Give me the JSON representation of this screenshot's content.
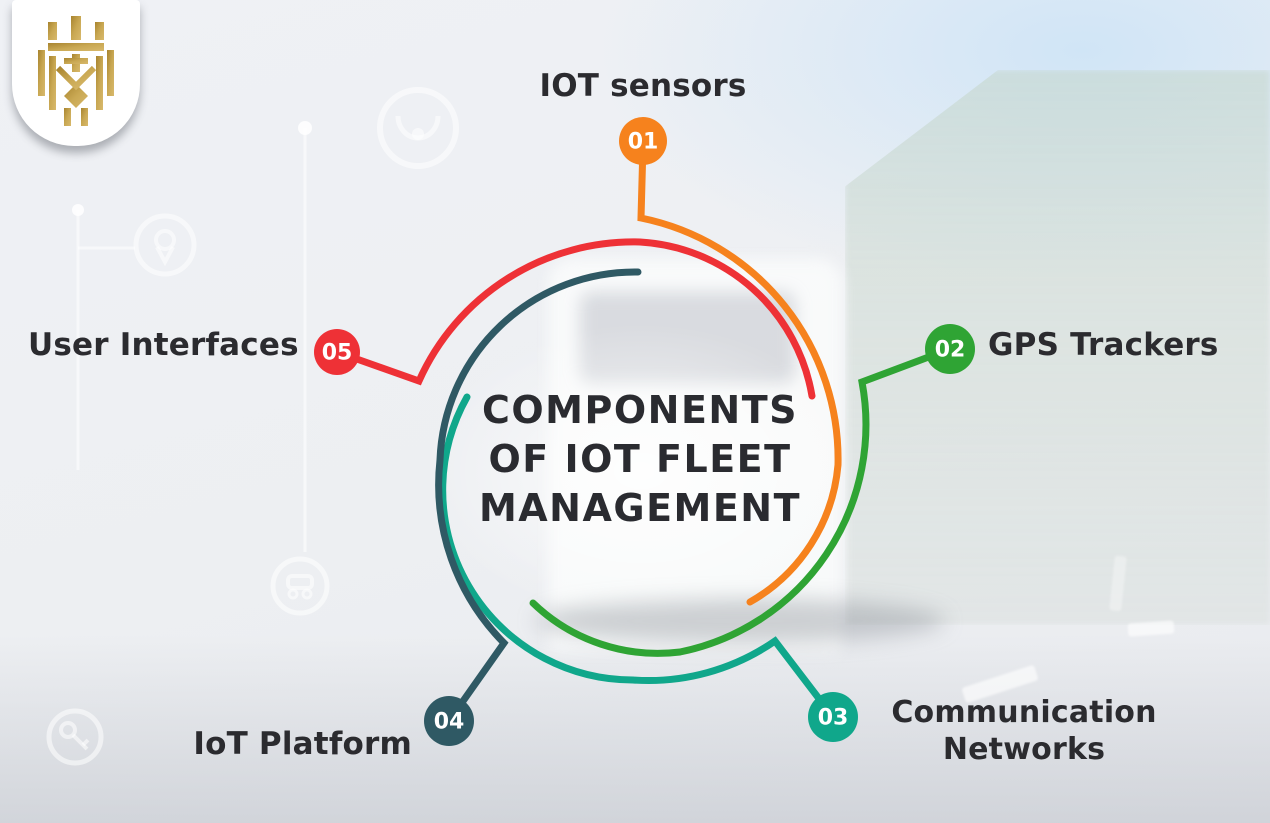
{
  "logo": {
    "name": "brand-emblem",
    "gold_dark": "#A8842F",
    "gold_light": "#D8B96C"
  },
  "title": {
    "line1": "COMPONENTS",
    "line2": "OF IOT FLEET",
    "line3": "MANAGEMENT",
    "color": "#2A2B30"
  },
  "items": [
    {
      "number": "01",
      "label": "IOT sensors",
      "color": "#F6821D"
    },
    {
      "number": "02",
      "label": "GPS Trackers",
      "color": "#2FA434"
    },
    {
      "number": "03",
      "label_line1": "Communication",
      "label_line2": "Networks",
      "color": "#10A78B"
    },
    {
      "number": "04",
      "label": "IoT Platform",
      "color": "#2F5964"
    },
    {
      "number": "05",
      "label": "User Interfaces",
      "color": "#EE3136"
    }
  ],
  "text_color": "#2B2B2F",
  "background_color": "#EDEFF3",
  "watermark_icons": [
    "bull-icon",
    "location-pin-icon",
    "car-icon",
    "key-icon"
  ]
}
